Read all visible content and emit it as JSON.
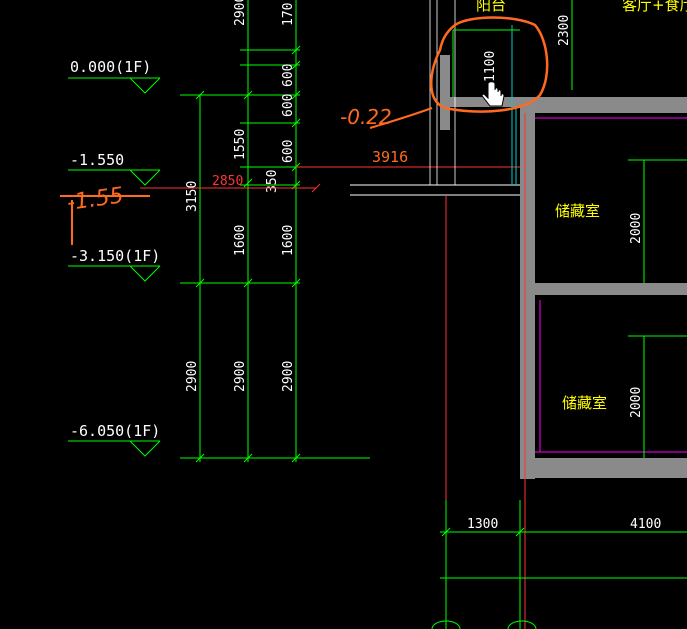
{
  "colors": {
    "background": "#000000",
    "dim_line": "#00ff00",
    "text": "#ffffff",
    "wall": "#8a8a8a",
    "room_label": "#ffff00",
    "annotation": "#ff6a1f",
    "red_line": "#ff3333",
    "magenta": "#ff00ff",
    "cyan": "#00cccc"
  },
  "levels": [
    {
      "label": "0.000(1F)"
    },
    {
      "label": "-1.550"
    },
    {
      "label": "-3.150(1F)"
    },
    {
      "label": "-6.050(1F)"
    }
  ],
  "dims": {
    "top_2900": "2900",
    "top_170": "170",
    "top_600a": "600",
    "top_600b": "600",
    "top_600c": "600",
    "mid_1550": "1550",
    "mid_3150": "3150",
    "mid_350": "350",
    "mid_1600a": "1600",
    "mid_1600b": "1600",
    "bot_2900a": "2900",
    "bot_2900b": "2900",
    "bot_2900c": "2900",
    "red_2850": "2850",
    "red_3916": "3916",
    "balcony_1100": "1100",
    "top_2300": "2300",
    "room_2000a": "2000",
    "room_2000b": "2000",
    "bottom_1300": "1300",
    "bottom_4100": "4100"
  },
  "rooms": {
    "balcony": "阳台",
    "living_dining": "客厅+食厅",
    "storage_a": "储藏室",
    "storage_b": "储藏室"
  },
  "annotations": {
    "handwritten_note": "-0.22",
    "handwritten_level": "-1.55"
  },
  "cursor": {
    "icon": "hand-pointer-icon"
  }
}
